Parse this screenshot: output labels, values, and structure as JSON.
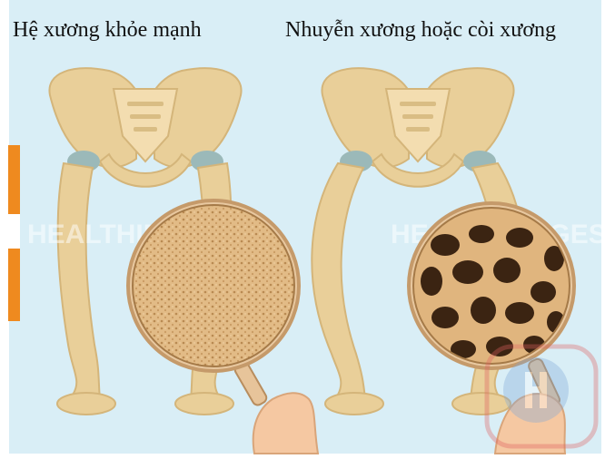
{
  "captions": {
    "healthy": "Hệ xương khỏe mạnh",
    "disease": "Nhuyễn xương hoặc còi xương"
  },
  "watermark": "HEALTHIMAGES",
  "colors": {
    "background": "#d9eef6",
    "bone": "#e9cf99",
    "bone_shadow": "#cfae6e",
    "accent_tab": "#ef8a1f",
    "hand": "#f5c8a2",
    "spongy_dark": "#3b2412"
  }
}
